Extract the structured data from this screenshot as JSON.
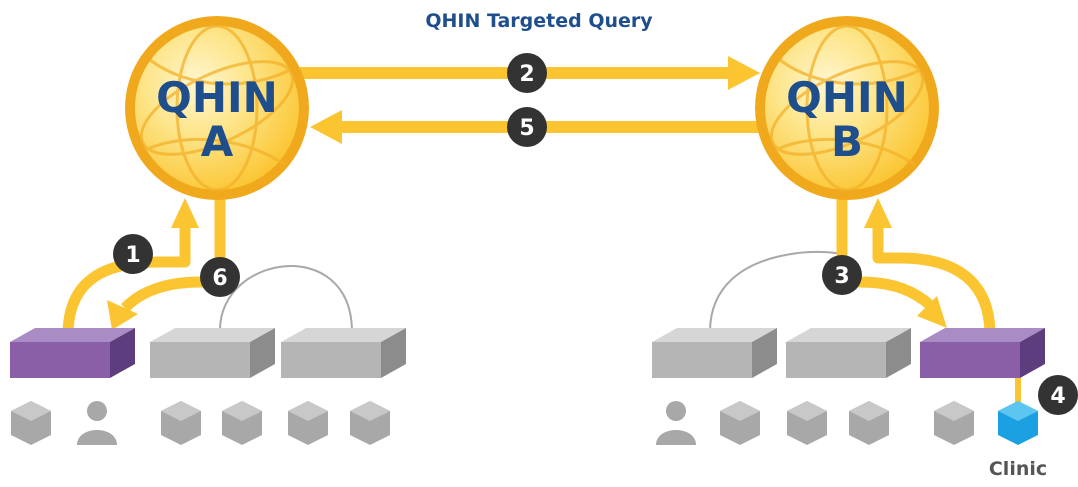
{
  "title": "QHIN Targeted Query",
  "qhin_a": {
    "line1": "QHIN",
    "line2": "A"
  },
  "qhin_b": {
    "line1": "QHIN",
    "line2": "B"
  },
  "steps": [
    "1",
    "2",
    "3",
    "4",
    "5",
    "6"
  ],
  "clinic_label": "Clinic",
  "colors": {
    "arrow": "#fbc531",
    "globe_fill": "#fcd34d",
    "globe_ring": "#f0a81c",
    "qhin_text": "#1f4e8c",
    "badge": "#333333",
    "purple_node": "#8a5fa8",
    "gray_node": "#b5b5b5",
    "clinic": "#1ba1e2"
  }
}
